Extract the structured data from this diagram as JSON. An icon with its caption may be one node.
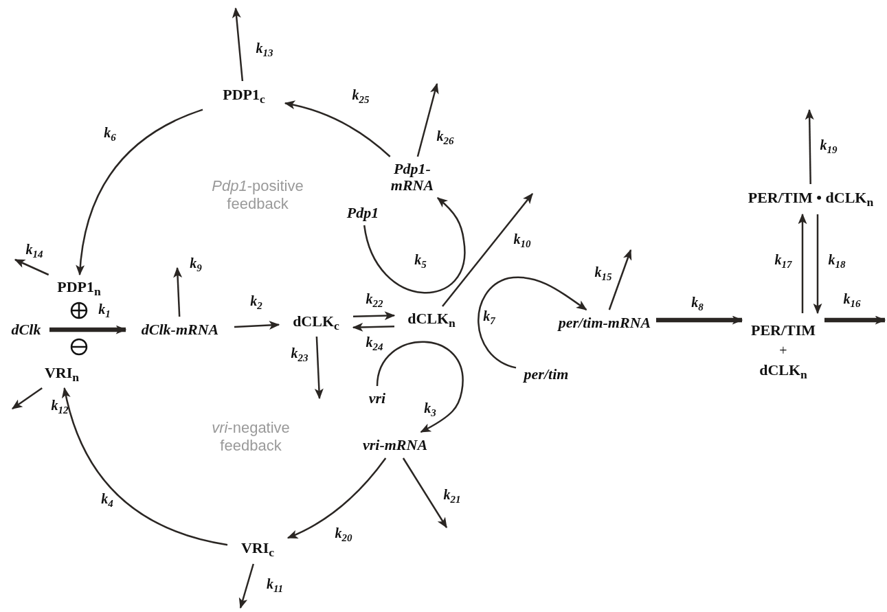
{
  "diagram": {
    "nodes": [
      {
        "text": [
          "PDP1$_{c}$"
        ]
      },
      {
        "text": [
          "Pdp1-mRNA"
        ]
      },
      {
        "text": [
          "Pdp1"
        ]
      },
      {
        "text": [
          "PDP1$_{n}$"
        ]
      },
      {
        "text": [
          "dClk"
        ]
      },
      {
        "text": [
          "dClk-mRNA"
        ]
      },
      {
        "text": [
          "dCLK$_{c}$"
        ]
      },
      {
        "text": [
          "dCLK$_{n}$"
        ]
      },
      {
        "text": [
          "per/tim-mRNA"
        ]
      },
      {
        "text": [
          "per/tim"
        ]
      },
      {
        "text": [
          "PER/TIM • dCLK$_{n}$"
        ]
      },
      {
        "text": [
          "PER/TIM",
          "+",
          "dCLK$_{n}$"
        ]
      },
      {
        "text": [
          "VRI$_{n}$"
        ]
      },
      {
        "text": [
          "vri"
        ]
      },
      {
        "text": [
          "vri-mRNA"
        ]
      },
      {
        "text": [
          "VRI$_{c}$"
        ]
      }
    ],
    "edges": [
      {
        "from": 0,
        "to": null,
        "arrow": "to",
        "label": "k$_{13}$"
      },
      {
        "from": 1,
        "to": 0,
        "arrow": "to",
        "label": "k$_{25}$"
      },
      {
        "from": 1,
        "to": null,
        "arrow": "to",
        "label": "k$_{26}$"
      },
      {
        "from": 0,
        "to": 3,
        "arrow": "to",
        "label": "k$_{6}$"
      },
      {
        "from": 3,
        "to": null,
        "arrow": "to",
        "label": "k$_{14}$"
      },
      {
        "from": 4,
        "to": 5,
        "arrow": "to",
        "label": "k$_{1}$",
        "style": "thick"
      },
      {
        "from": 5,
        "to": null,
        "arrow": "to",
        "label": "k$_{9}$"
      },
      {
        "from": 5,
        "to": 6,
        "arrow": "to",
        "label": "k$_{2}$"
      },
      {
        "from": 6,
        "to": 7,
        "arrow": "to",
        "label": "k$_{22}$"
      },
      {
        "from": 7,
        "to": 6,
        "arrow": "to",
        "label": "k$_{24}$"
      },
      {
        "from": 6,
        "to": null,
        "arrow": "to",
        "label": "k$_{23}$"
      },
      {
        "from": 2,
        "to": 1,
        "arrow": "to",
        "label": "k$_{5}$"
      },
      {
        "from": 7,
        "to": null,
        "arrow": "to",
        "label": "k$_{10}$"
      },
      {
        "from": 9,
        "to": 8,
        "arrow": "to",
        "label": "k$_{7}$"
      },
      {
        "from": 8,
        "to": null,
        "arrow": "to",
        "label": "k$_{15}$"
      },
      {
        "from": 8,
        "to": 11,
        "arrow": "to",
        "label": "k$_{8}$",
        "style": "thick"
      },
      {
        "from": 11,
        "to": null,
        "arrow": "to",
        "label": "k$_{16}$",
        "style": "thick"
      },
      {
        "from": 10,
        "to": null,
        "arrow": "to",
        "label": "k$_{19}$"
      },
      {
        "from": 11,
        "to": 10,
        "arrow": "to",
        "label": "k$_{17}$"
      },
      {
        "from": 10,
        "to": 11,
        "arrow": "to",
        "label": "k$_{18}$"
      },
      {
        "from": 13,
        "to": 14,
        "arrow": "to",
        "label": "k$_{3}$"
      },
      {
        "from": 14,
        "to": 15,
        "arrow": "to",
        "label": "k$_{20}$"
      },
      {
        "from": 14,
        "to": null,
        "arrow": "to",
        "label": "k$_{21}$"
      },
      {
        "from": 15,
        "to": 12,
        "arrow": "to",
        "label": "k$_{4}$"
      },
      {
        "from": 15,
        "to": null,
        "arrow": "to",
        "label": "k$_{11}$"
      },
      {
        "from": 12,
        "to": null,
        "arrow": "to",
        "label": "k$_{12}$"
      }
    ],
    "labels": [
      "*Pdp1*-positive feedback",
      "*vri*-negative feedback"
    ]
  }
}
